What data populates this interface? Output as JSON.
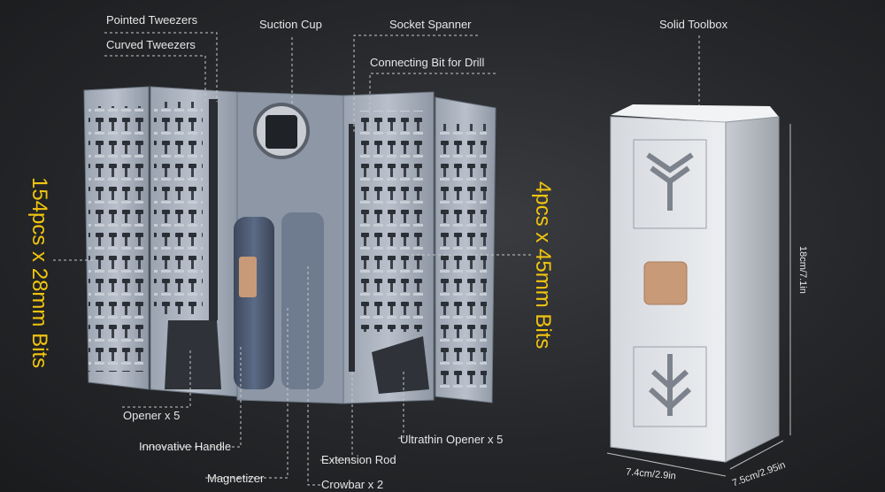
{
  "callouts": {
    "pointed_tweezers": "Pointed Tweezers",
    "curved_tweezers": "Curved  Tweezers",
    "suction_cup": "Suction Cup",
    "socket_spanner": "Socket Spanner",
    "connecting_bit": "Connecting Bit for Drill",
    "solid_toolbox": "Solid Toolbox",
    "opener": "Opener x 5",
    "innovative_handle": "Innovative Handle",
    "magnetizer": "Magnetizer",
    "extension_rod": "Extension Rod",
    "crowbar": "Crowbar x 2",
    "ultrathin_opener": "Ultrathin Opener x 5"
  },
  "bits": {
    "left_text": "154pcs x 28mm Bits",
    "right_text": "4pcs x 45mm Bits"
  },
  "dimensions": {
    "height": "18cm/7.1in",
    "width": "7.4cm/2.9in",
    "depth": "7.5cm/2.95in"
  },
  "colors": {
    "accent_yellow": "#f1c40f",
    "panel": "#aeb6c2",
    "handle": "#4e5b73",
    "copper": "#c99a78"
  }
}
